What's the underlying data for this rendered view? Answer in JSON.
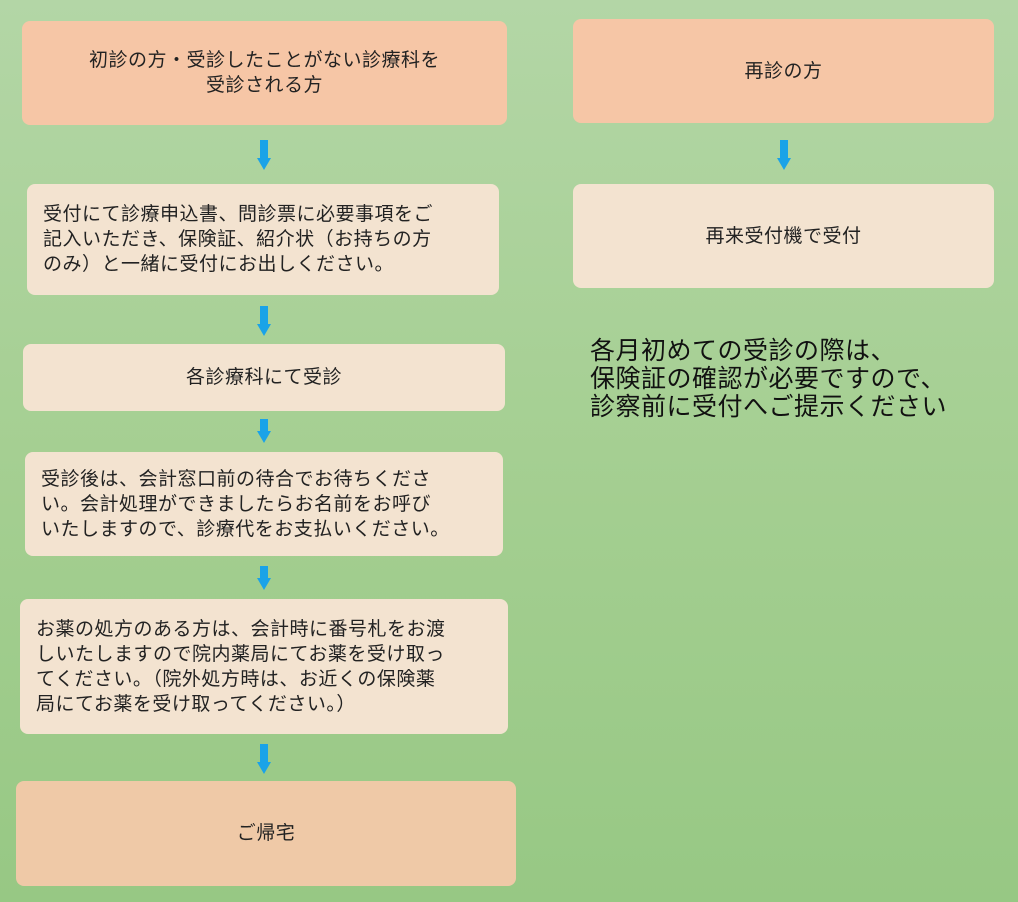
{
  "colors": {
    "background": "#a5cf92",
    "first_visit_header": "#f6c6a6",
    "step_box": "#f3e3d0",
    "final_box": "#efc9a7",
    "arrow": "#1aa3e8"
  },
  "left_flow": {
    "header": "初診の方・受診したことがない診療科を\n受診される方",
    "step1": "受付にて診療申込書、問診票に必要事項をご\n記入いただき、保険証、紹介状（お持ちの方\nのみ）と一緒に受付にお出しください。",
    "step2": "各診療科にて受診",
    "step3": "受診後は、会計窓口前の待合でお待ちくださ\nい。会計処理ができましたらお名前をお呼び\nいたしますので、診療代をお支払いください。",
    "step4": "お薬の処方のある方は、会計時に番号札をお渡\nしいたしますので院内薬局にてお薬を受け取っ\nてください。（院外処方時は、お近くの保険薬\n局にてお薬を受け取ってください。）",
    "final": "ご帰宅"
  },
  "right_flow": {
    "header": "再診の方",
    "step1": "再来受付機で受付",
    "note": "各月初めての受診の際は、\n保険証の確認が必要ですので、\n診察前に受付へご提示ください"
  },
  "icons": {
    "arrow": "down-arrow-icon"
  }
}
